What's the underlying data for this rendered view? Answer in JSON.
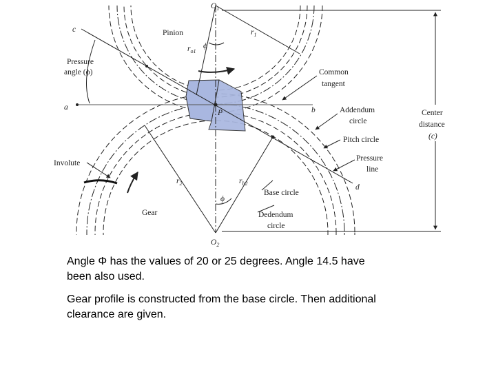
{
  "diagram": {
    "labels": {
      "o1": "O",
      "o1_sub": "1",
      "o2": "O",
      "o2_sub": "2",
      "c_small": "c",
      "pinion": "Pinion",
      "r1": "r",
      "r1_sub": "1",
      "ro1": "r",
      "ro1_sub": "o1",
      "phi_top": "ϕ",
      "pressure_angle": "Pressure",
      "pressure_angle_2": "angle (ϕ)",
      "common_tangent": "Common",
      "common_tangent_2": "tangent",
      "a": "a",
      "b": "b",
      "p": "P",
      "addendum": "Addendum",
      "addendum_2": "circle",
      "center_distance": "Center",
      "center_distance_2": "distance",
      "center_distance_3": "(c)",
      "pitch_circle": "Pitch circle",
      "involute": "Involute",
      "pressure_line": "Pressure",
      "pressure_line_2": "line",
      "d": "d",
      "r2": "r",
      "r2_sub": "2",
      "rb2": "r",
      "rb2_sub": "b2",
      "base_circle": "Base circle",
      "phi_bottom": "ϕ",
      "gear": "Gear",
      "dedendum": "Dedendum",
      "dedendum_2": "circle"
    }
  },
  "text": {
    "paragraph1": "Angle Φ has the values of 20 or 25 degrees. Angle 14.5 have been also used.",
    "paragraph2": "Gear profile is constructed from the base circle. Then additional clearance are given."
  }
}
